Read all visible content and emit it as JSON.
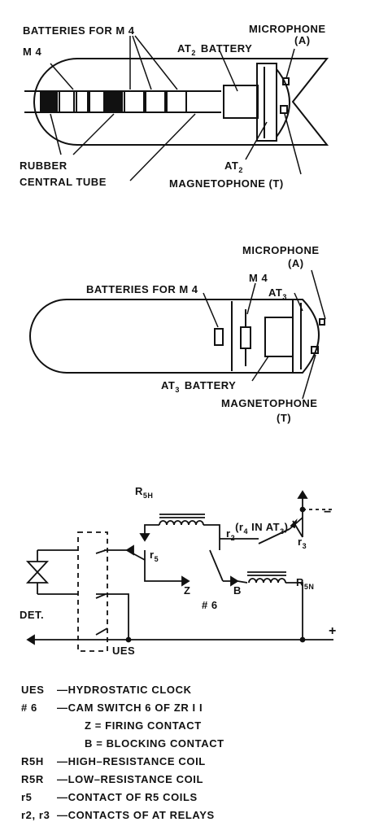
{
  "figure1": {
    "batteries_for_m4": "BATTERIES FOR M 4",
    "m4": "M 4",
    "microphone": "MICROPHONE",
    "microphone_a": "(A)",
    "at2_battery_at": "AT",
    "at2_battery_sub": "2",
    "at2_battery_word": "BATTERY",
    "rubber": "RUBBER",
    "central_tube": "CENTRAL TUBE",
    "at2_at": "AT",
    "at2_sub": "2",
    "magnetophone_t": "MAGNETOPHONE (T)"
  },
  "figure2": {
    "microphone": "MICROPHONE",
    "microphone_a": "(A)",
    "m4": "M 4",
    "batteries_for_m4": "BATTERIES FOR M 4",
    "at3_at": "AT",
    "at3_sub": "3",
    "at3_battery_at": "AT",
    "at3_battery_sub": "3",
    "at3_battery_word": "BATTERY",
    "magnetophone": "MAGNETOPHONE",
    "magnetophone_t": "(T)"
  },
  "circuit": {
    "r5h_r": "R",
    "r5h_sub": "5H",
    "r2_r": "r",
    "r2_sub": "2",
    "r4_in_at3_a": "(r",
    "r4_sub": "4",
    "r4_in_at3_b": " IN AT",
    "r4_at_sub": "3",
    "r4_close": ")",
    "r3_r": "r",
    "r3_sub": "3",
    "r5_r": "r",
    "r5_sub": "5",
    "minus": "−",
    "plus": "+",
    "z": "Z",
    "b": "B",
    "r5n_r": "R",
    "r5n_sub": "5N",
    "cam6": "# 6",
    "det": "DET.",
    "ues": "UES"
  },
  "legend": [
    {
      "key": "UES",
      "sep": "—",
      "text": "HYDROSTATIC  CLOCK"
    },
    {
      "key": "# 6",
      "sep": "—",
      "text": "CAM SWITCH  6  OF  ZR I I"
    },
    {
      "key": "",
      "sep": "",
      "text": "Z = FIRING  CONTACT"
    },
    {
      "key": "",
      "sep": "",
      "text": "B = BLOCKING  CONTACT"
    },
    {
      "key": "R5H",
      "sep": "—",
      "text": "HIGH–RESISTANCE  COIL"
    },
    {
      "key": "R5R",
      "sep": "—",
      "text": "LOW–RESISTANCE  COIL"
    },
    {
      "key": "r5",
      "sep": "—",
      "text": "CONTACT  OF  R5  COILS"
    },
    {
      "key": "r2, r3",
      "sep": "—",
      "text": "CONTACTS  OF  AT  RELAYS"
    }
  ]
}
